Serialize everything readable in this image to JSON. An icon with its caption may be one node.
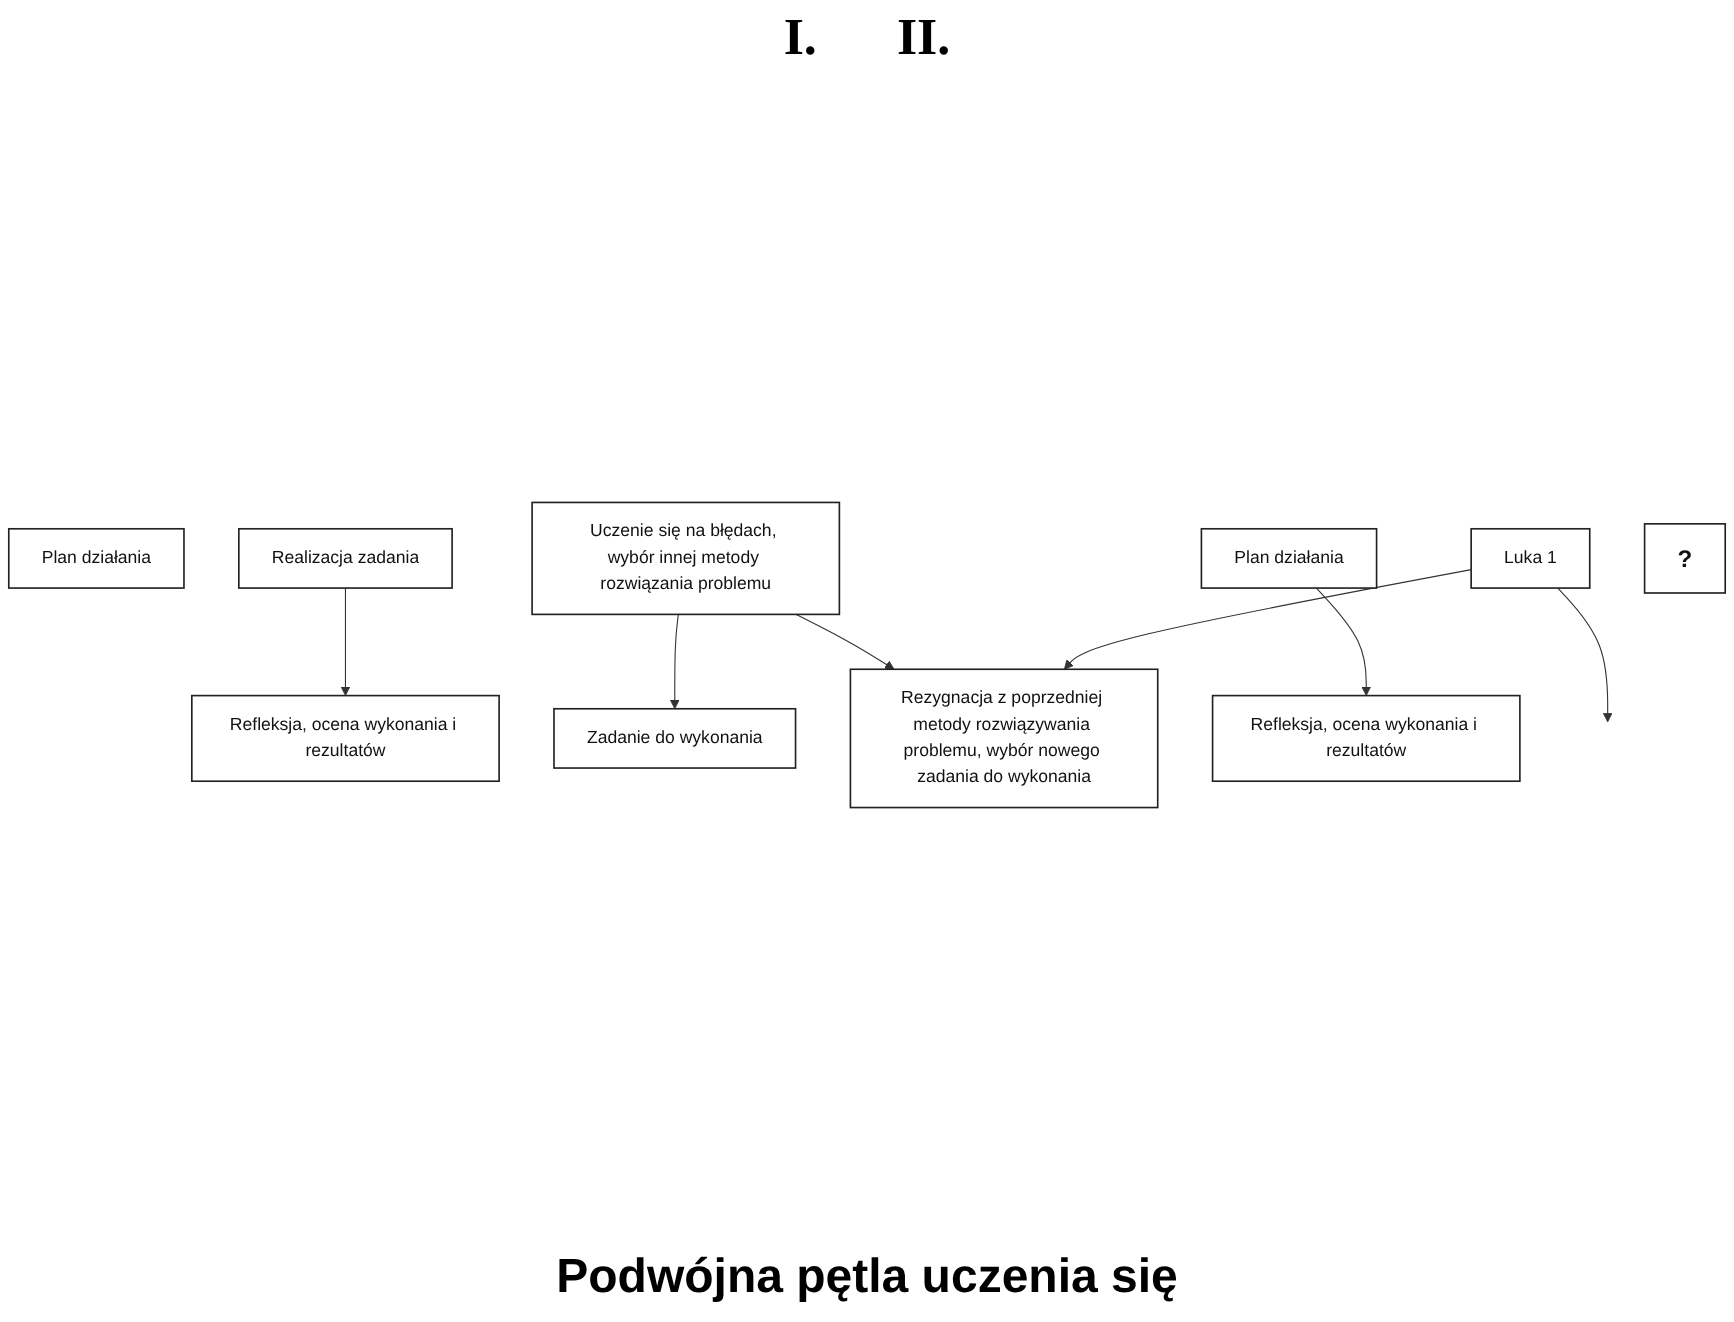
{
  "diagram": {
    "caption": "Podwójna pętla uczenia się",
    "nodes": [
      {
        "text": [
          "Zadanie do wykonania"
        ]
      },
      {
        "text": [
          "Plan działania"
        ]
      },
      {
        "text": [
          "Realizacja zadania"
        ]
      },
      {
        "text": [
          "Uczenie się na błędach, wybór innej metody rozwiązania problemu"
        ]
      },
      {
        "text": [
          "Refleksja, ocena wykonania i rezultatów"
        ]
      },
      {
        "text": [
          "Rezygnacja z poprzedniej metody rozwiązywania problemu, wybór nowego zadania do wykonania"
        ]
      },
      {
        "text": [
          "Plan działania"
        ]
      },
      {
        "text": [
          "Luka 1"
        ]
      },
      {
        "text": [
          "?"
        ]
      },
      {
        "text": [
          "Refleksja, ocena wykonania i rezultatów"
        ]
      }
    ],
    "edges": [
      {
        "from": 3,
        "to": 0,
        "arrow": "to"
      },
      {
        "from": 2,
        "to": 4,
        "arrow": "to"
      },
      {
        "from": 3,
        "to": 5,
        "arrow": "to"
      },
      {
        "from": 6,
        "to": 9,
        "arrow": "to"
      },
      {
        "from": 7,
        "to": 5,
        "arrow": "to"
      },
      {
        "from": 7,
        "to": null,
        "arrow": "to"
      }
    ],
    "labels": [
      "I.",
      "II."
    ]
  }
}
